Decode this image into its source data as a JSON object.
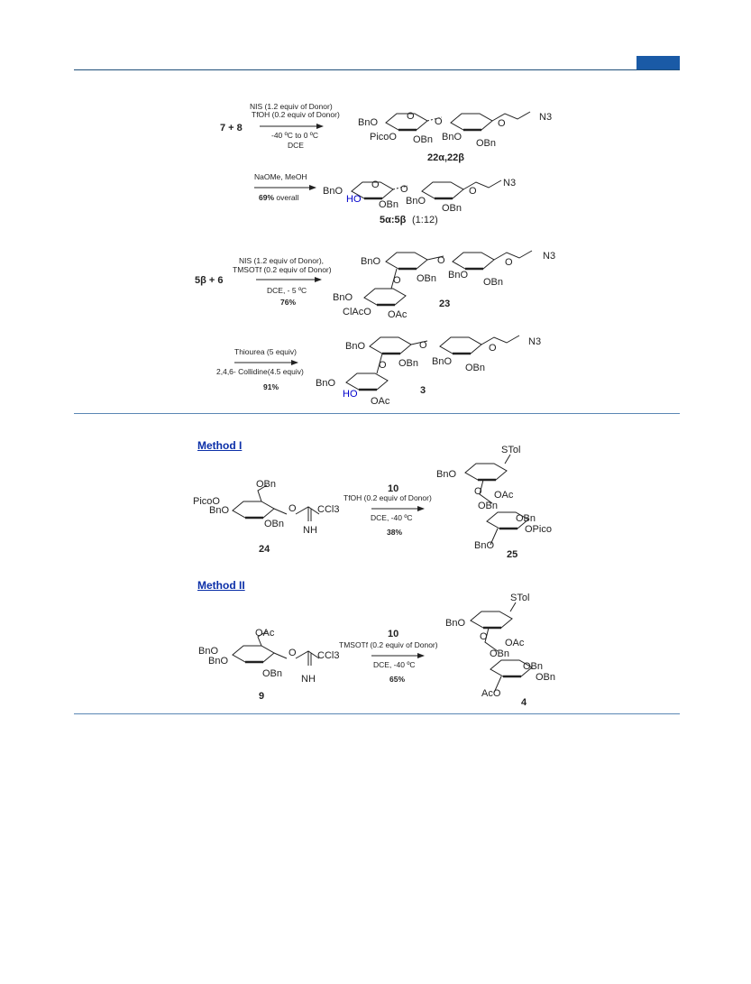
{
  "scheme1": {
    "step1": {
      "reactants": "7 + 8",
      "cond_top1": "NIS (1.2 equiv of Donor)",
      "cond_top2": "TfOH (0.2 equiv of Donor)",
      "cond_bot1": "-40 ºC to 0 ºC",
      "cond_bot2": "DCE",
      "product_label": "22α,22β",
      "groups": [
        "BnO",
        "PicoO",
        "OBn",
        "BnO",
        "OBn",
        "O",
        "O",
        "O",
        "N3"
      ]
    },
    "step2": {
      "cond_top": "NaOMe, MeOH",
      "yield_bold": "69%",
      "yield_rest": "overall",
      "product_label": "5α:5β",
      "ratio": "(1:12)",
      "groups": [
        "BnO",
        "HO",
        "OBn",
        "BnO",
        "OBn",
        "O",
        "O",
        "O",
        "N3"
      ]
    },
    "step3": {
      "reactants": "5β + 6",
      "cond_top1": "NIS (1.2 equiv of Donor),",
      "cond_top2": "TMSOTf (0.2 equiv of Donor)",
      "cond_bot": "DCE, - 5 ºC",
      "yield": "76%",
      "product_label": "23",
      "groups": [
        "BnO",
        "OBn",
        "BnO",
        "OBn",
        "BnO",
        "ClAcO",
        "OAc",
        "O",
        "O",
        "O",
        "N3"
      ]
    },
    "step4": {
      "cond_top": "Thiourea (5 equiv)",
      "cond_bot": "2,4,6- Collidine(4.5 equiv)",
      "yield": "91%",
      "product_label": "3",
      "groups": [
        "BnO",
        "OBn",
        "BnO",
        "OBn",
        "BnO",
        "HO",
        "OAc",
        "O",
        "O",
        "O",
        "N3"
      ]
    }
  },
  "method1": {
    "heading": "Method I",
    "reactant_label": "24",
    "reactant_groups": [
      "OBn",
      "PicoO",
      "BnO",
      "OBn",
      "O",
      "CCl3",
      "NH"
    ],
    "acceptor": "10",
    "cond_top": "TfOH (0.2 equiv of Donor)",
    "cond_bot": "DCE, -40 ºC",
    "yield": "38%",
    "product_label": "25",
    "product_groups": [
      "STol",
      "BnO",
      "OAc",
      "O",
      "OBn",
      "OBn",
      "OPico",
      "BnO"
    ]
  },
  "method2": {
    "heading": "Method II",
    "reactant_label": "9",
    "reactant_groups": [
      "OAc",
      "BnO",
      "BnO",
      "OBn",
      "O",
      "CCl3",
      "NH"
    ],
    "acceptor": "10",
    "cond_top": "TMSOTf (0.2 equiv of Donor)",
    "cond_bot": "DCE, -40 ºC",
    "yield": "65%",
    "product_label": "4",
    "product_groups": [
      "STol",
      "BnO",
      "O",
      "OAc",
      "OBn",
      "OBn",
      "OBn",
      "AcO"
    ]
  }
}
